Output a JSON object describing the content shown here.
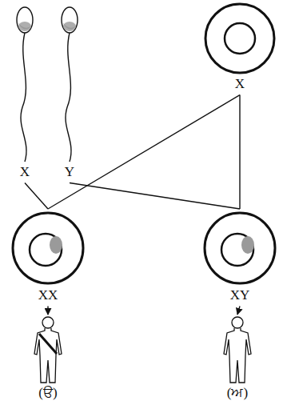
{
  "diagram": {
    "nodes": [
      {
        "text": [
          "X"
        ]
      },
      {
        "text": [
          "Y"
        ]
      },
      {
        "text": [
          "X"
        ]
      },
      {
        "text": [
          "XX"
        ]
      },
      {
        "text": [
          "XY"
        ]
      },
      {
        "text": [
          "(ੳ)"
        ]
      },
      {
        "text": [
          "(ਅ)"
        ]
      }
    ],
    "edges": [
      {
        "from": 0,
        "to": 3,
        "arrow": "none"
      },
      {
        "from": 1,
        "to": 4,
        "arrow": "none"
      },
      {
        "from": 2,
        "to": 3,
        "arrow": "none"
      },
      {
        "from": 2,
        "to": 4,
        "arrow": "none"
      },
      {
        "from": 3,
        "to": 5,
        "arrow": "to"
      },
      {
        "from": 4,
        "to": 6,
        "arrow": "to"
      }
    ]
  }
}
